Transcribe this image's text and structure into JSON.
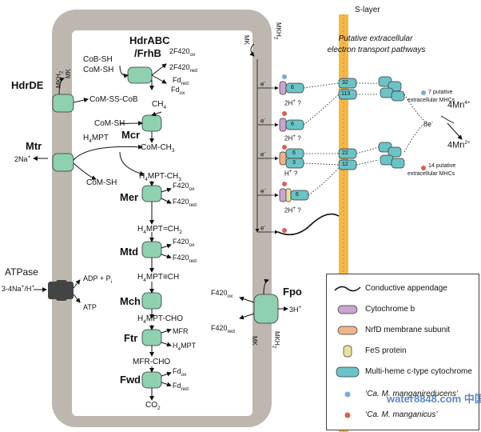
{
  "diagram": {
    "s_layer": "S-layer",
    "extracellular_title_1": "Putative extracellular",
    "extracellular_title_2": "electron transport pathways",
    "complexes": {
      "hdrabc_1": "HdrABC",
      "hdrabc_2": "/FrhB",
      "hdrde": "HdrDE",
      "mtr": "Mtr",
      "mcr": "Mcr",
      "mer": "Mer",
      "mtd": "Mtd",
      "mch": "Mch",
      "ftr": "Ftr",
      "fwd": "Fwd",
      "atpase": "ATPase",
      "fpo": "Fpo"
    },
    "metabolites": {
      "coa_sh": "CoB-SH",
      "com_sh_top": "CoM-SH",
      "com_ss_cob": "CoM-SS-CoB",
      "ch4": "CH",
      "com_sh_mid": "CoM-SH",
      "h4mpt": "H",
      "h4mpt_rest": "MPT",
      "com_ch3": "CoM-CH",
      "com_sh_low": "CoM-SH",
      "h4mpt_ch3": "MPT-CH",
      "h4mpt_ch2": "MPT=CH",
      "h4mpt_ch": "MPT≡CH",
      "h4mpt_cho": "MPT-CHO",
      "mfr_cho": "MFR-CHO",
      "co2": "CO",
      "mfr": "MFR",
      "two_na": "2Na",
      "adp": "ADP + P",
      "atp": "ATP",
      "na_h": "3-4Na",
      "three_h": "3H",
      "f420": "F420",
      "two_f420": "2F420",
      "fd": "Fd",
      "mk": "MK",
      "mkh2": "MKH",
      "two_h": "2H",
      "h_plus": "H",
      "e_minus": "e",
      "q": "?",
      "mn4": "4Mn",
      "mn2": "4Mn",
      "eight_e": "8e"
    },
    "subs": {
      "ox": "ox",
      "red": "red",
      "four": "4",
      "three": "3",
      "two": "2",
      "i": "i",
      "plus": "+",
      "minus": "-",
      "plus4": "4+",
      "plus2": "2+"
    },
    "mhc_notes": {
      "seven": "7 putative",
      "fourteen": "14 putative",
      "ext": "extracellular MHCs"
    },
    "heme_counts": [
      "6",
      "32",
      "113",
      "6",
      "22",
      "12",
      "3",
      "6",
      "6"
    ]
  },
  "legend": {
    "items": [
      {
        "label": "Conductive appendage"
      },
      {
        "label": "Cytochrome b"
      },
      {
        "label": "NrfD membrane subunit"
      },
      {
        "label": "FeS protein"
      },
      {
        "label": "Multi-heme c-type cytochrome"
      },
      {
        "label": "‘Ca. M. manganireducens’"
      },
      {
        "label": "‘Ca. M. manganicus’"
      }
    ]
  },
  "colors": {
    "membrane": "#bdb7b0",
    "green": "#8fd0b0",
    "teal": "#6cc3c6",
    "purple": "#c9a6cf",
    "orange": "#f0b48a",
    "fes": "#e6e2a0",
    "slayer": "#f4b84a",
    "blue_dot": "#7fa8cf",
    "red_dot": "#d4625a",
    "atpase": "#444444"
  },
  "watermark": "water8848.com 中国水业网"
}
